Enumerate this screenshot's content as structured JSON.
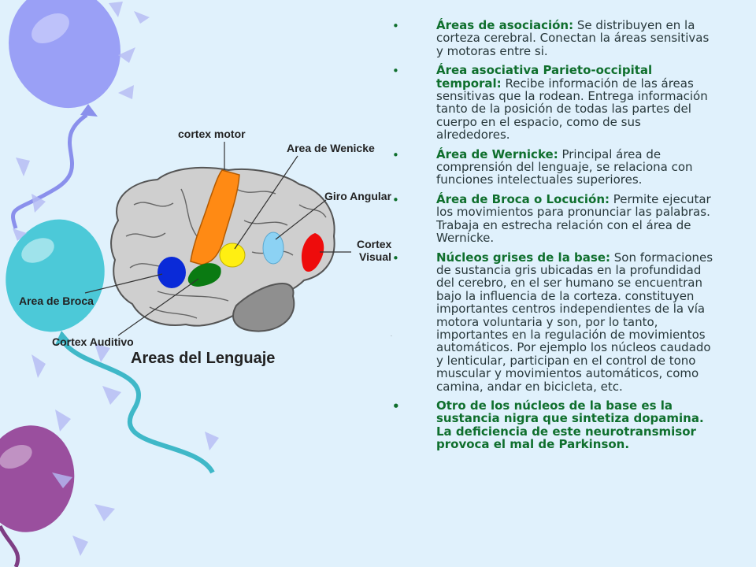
{
  "figure": {
    "title": "Areas del Lenguaje",
    "labels": {
      "motor": "cortex motor",
      "wernicke": "Area de Wenicke",
      "angular": "Giro Angular",
      "visual_1": "Cortex",
      "visual_2": "Visual",
      "broca": "Area de Broca",
      "auditivo": "Cortex Auditivo"
    },
    "region_colors": {
      "motor": "#ff8a14",
      "broca": "#0a2ad8",
      "auditivo": "#0a7a12",
      "wernicke": "#ffef12",
      "angular": "#8cd2f4",
      "visual": "#ee0c0c",
      "brain": "#cfcfcf",
      "cerebellum": "#8f8f8f"
    }
  },
  "bullets": [
    {
      "head": "Áreas de asociación:",
      "text": " Se distribuyen en la corteza cerebral. Conectan la áreas sensitivas y motoras entre si."
    },
    {
      "head": "Área asociativa Parieto-occipital temporal:",
      "text": " Recibe información de las áreas sensitivas que la rodean. Entrega información tanto de la posición de todas las partes del cuerpo en el espacio, como de sus alrededores."
    },
    {
      "head": "Área de Wernicke:",
      "text": " Principal área de comprensión del lenguaje, se relaciona con funciones intelectuales superiores."
    },
    {
      "head": "Área de Broca o Locución:",
      "text": " Permite ejecutar los movimientos para pronunciar las palabras. Trabaja en estrecha relación con el área de Wernicke."
    },
    {
      "head": "Núcleos grises de la base:",
      "text": " Son formaciones de sustancia gris ubicadas en la profundidad del cerebro, en el ser humano se encuentran bajo la influencia de la corteza. constituyen importantes centros independientes de la vía motora voluntaria y son, por lo tanto, importantes en la regulación de movimientos automáticos. Por ejemplo los núcleos caudado y lenticular, participan en el control de tono muscular y movimientos automáticos, como camina, andar en bicicleta, etc."
    },
    {
      "head": "Otro de los núcleos de la base es la sustancia nigra que sintetiza dopamina. La deficiencia de este neurotransmisor provoca el mal de Parkinson.",
      "text": ""
    }
  ],
  "bullet_symbol": "•",
  "colors": {
    "background": "#e0f1fc",
    "heading_green": "#0f6f2d",
    "balloon_blue": "#9aa0f6",
    "balloon_teal": "#4cc9d8",
    "balloon_purple": "#9a4f9e"
  }
}
